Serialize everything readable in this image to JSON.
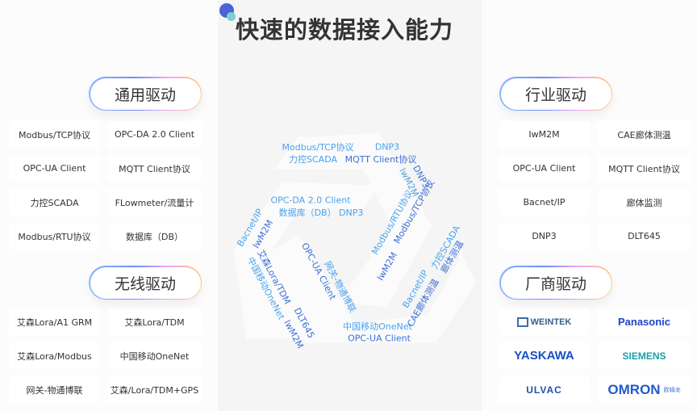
{
  "title": "快速的数据接入能力",
  "general": {
    "label": "通用驱动",
    "items": [
      "Modbus/TCP协议",
      "OPC-DA 2.0 Client",
      "OPC-UA Client",
      "MQTT Client协议",
      "力控SCADA",
      "FLowmeter/流量计",
      "Modbus/RTU协议",
      "数据库（DB）"
    ]
  },
  "wireless": {
    "label": "无线驱动",
    "items": [
      "艾森Lora/A1 GRM",
      "艾森Lora/TDM",
      "艾森Lora/Modbus",
      "中国移动OneNet",
      "网关-物通博联",
      "艾森/Lora/TDM+GPS"
    ]
  },
  "industry": {
    "label": "行业驱动",
    "items": [
      "IwM2M",
      "CAE廊体测温",
      "OPC-UA Client",
      "MQTT Client协议",
      "Bacnet/IP",
      "廊体监测",
      "DNP3",
      "DLT645"
    ]
  },
  "vendor": {
    "label": "厂商驱动",
    "logos": [
      "WEINTEK",
      "Panasonic",
      "YASKAWA",
      "SIEMENS",
      "ULVAC",
      "OMRON",
      "欧姆龙"
    ]
  },
  "center": [
    "Modbus/TCP协议",
    "DNP3",
    "力控SCADA",
    "MQTT Client协议",
    "DNP3",
    "IwM2M",
    "Modbus/TCP协议",
    "Modbus/RTU协议",
    "IwM2M",
    "OPC-DA 2.0 Client",
    "数据库（DB）  DNP3",
    "Bacnet/IP",
    "IwM2M",
    "艾森Lora/TDM",
    "中国移动OneNet",
    "DLT645",
    "IwM2M",
    "OPC-UA Client",
    "网关-物通博联",
    "中国移动OneNet",
    "OPC-UA Client",
    "力控SCADA",
    "廊体测温",
    "Bacnet/IP",
    "CAE廊体测温"
  ],
  "colors": {
    "accent": "#4a63d6",
    "text_light": "#4aa3ee",
    "text_dark": "#3b6fd6"
  }
}
